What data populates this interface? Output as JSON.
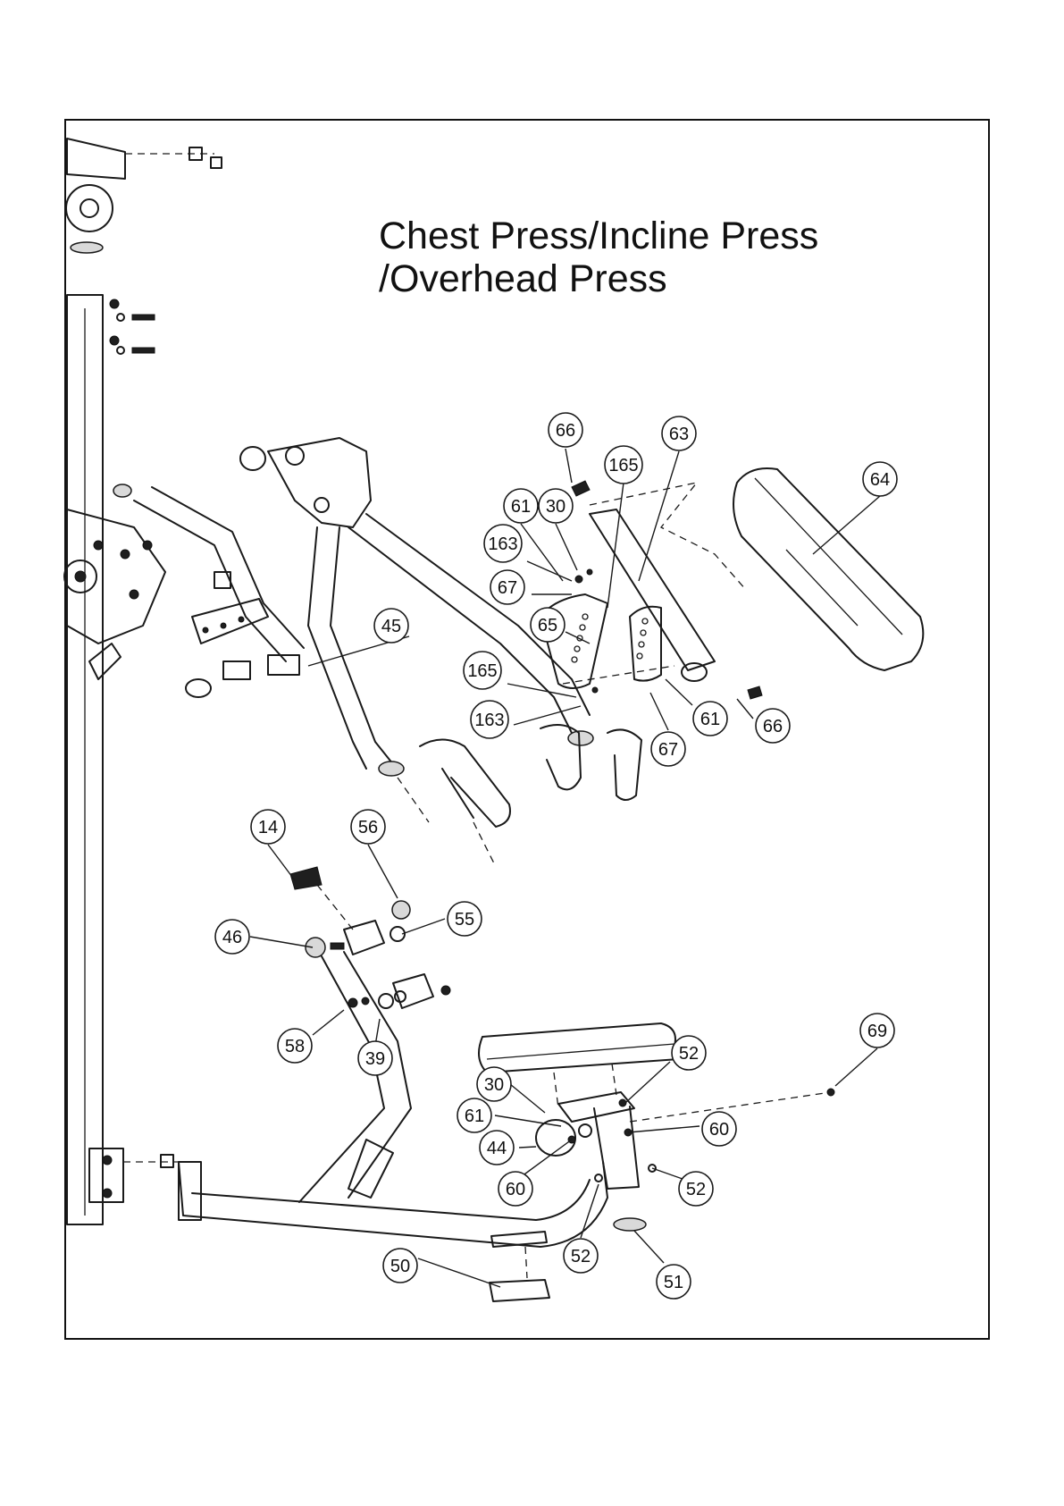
{
  "title": {
    "line1": "Chest Press/Incline Press",
    "line2": "/Overhead Press"
  },
  "callouts": [
    {
      "label": "66",
      "name": "callout-66-top"
    },
    {
      "label": "63",
      "name": "callout-63"
    },
    {
      "label": "165",
      "name": "callout-165-top"
    },
    {
      "label": "64",
      "name": "callout-64"
    },
    {
      "label": "61",
      "name": "callout-61-top"
    },
    {
      "label": "30",
      "name": "callout-30-top"
    },
    {
      "label": "163",
      "name": "callout-163-top"
    },
    {
      "label": "67",
      "name": "callout-67-top"
    },
    {
      "label": "65",
      "name": "callout-65"
    },
    {
      "label": "45",
      "name": "callout-45"
    },
    {
      "label": "165",
      "name": "callout-165-bottom"
    },
    {
      "label": "163",
      "name": "callout-163-bottom"
    },
    {
      "label": "61",
      "name": "callout-61-mid"
    },
    {
      "label": "66",
      "name": "callout-66-bottom"
    },
    {
      "label": "67",
      "name": "callout-67-bottom"
    },
    {
      "label": "14",
      "name": "callout-14"
    },
    {
      "label": "56",
      "name": "callout-56"
    },
    {
      "label": "55",
      "name": "callout-55"
    },
    {
      "label": "46",
      "name": "callout-46"
    },
    {
      "label": "58",
      "name": "callout-58"
    },
    {
      "label": "39",
      "name": "callout-39"
    },
    {
      "label": "69",
      "name": "callout-69"
    },
    {
      "label": "52",
      "name": "callout-52-top"
    },
    {
      "label": "30",
      "name": "callout-30-bottom"
    },
    {
      "label": "61",
      "name": "callout-61-bottom"
    },
    {
      "label": "60",
      "name": "callout-60-right"
    },
    {
      "label": "44",
      "name": "callout-44"
    },
    {
      "label": "52",
      "name": "callout-52-right"
    },
    {
      "label": "60",
      "name": "callout-60-left"
    },
    {
      "label": "52",
      "name": "callout-52-bottom"
    },
    {
      "label": "50",
      "name": "callout-50"
    },
    {
      "label": "51",
      "name": "callout-51"
    }
  ]
}
